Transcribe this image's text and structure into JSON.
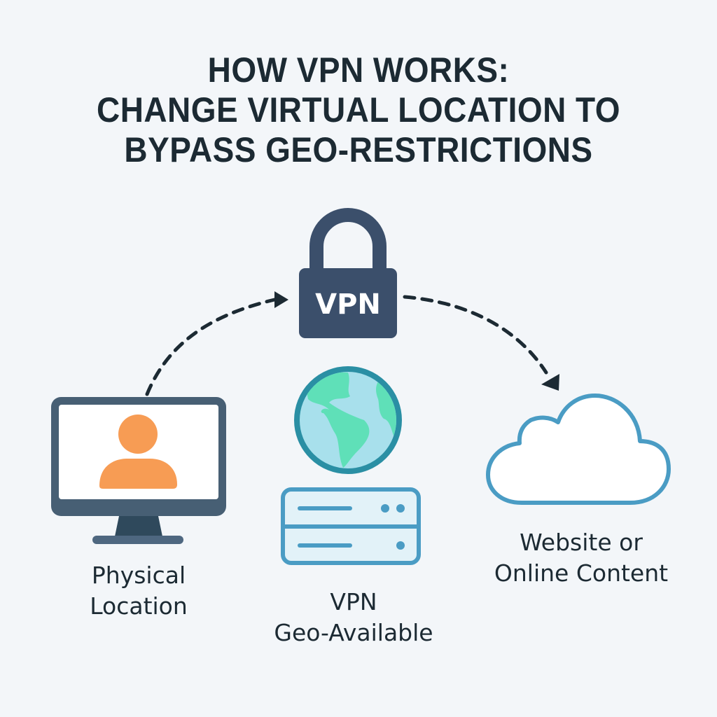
{
  "title": {
    "line1": "HOW VPN WORKS:",
    "line2": "CHANGE VIRTUAL LOCATION TO",
    "line3": "BYPASS GEO-RESTRICTIONS"
  },
  "lock": {
    "icon": "padlock-icon",
    "text": "VPN",
    "color": "#3b4f6b"
  },
  "nodes": [
    {
      "id": "physical",
      "icon": "computer-monitor-with-user-icon",
      "label_lines": [
        "Physical",
        "Location"
      ],
      "colors": {
        "monitor": "#475f74",
        "screen": "#ffffff",
        "user": "#f79c54"
      }
    },
    {
      "id": "vpn-server",
      "icon": "globe-and-server-icon",
      "label_lines": [
        "VPN",
        "Geo-Available"
      ],
      "colors": {
        "globe_ocean": "#a8e0ec",
        "globe_land": "#5fe0b8",
        "globe_ring": "#2a8fa4",
        "server_stroke": "#4a9cc4",
        "server_fill": "#e2f2f8"
      }
    },
    {
      "id": "website",
      "icon": "cloud-icon",
      "label_lines": [
        "Website or",
        "Online Content"
      ],
      "colors": {
        "stroke": "#4a9cc4",
        "fill": "#ffffff"
      }
    }
  ],
  "arrows": [
    {
      "from": "physical",
      "to": "vpn-lock",
      "style": "dashed"
    },
    {
      "from": "vpn-lock",
      "to": "website",
      "style": "dashed"
    }
  ],
  "colors": {
    "background": "#f3f6f9",
    "text": "#1c2a33",
    "arrow": "#1c2a33"
  }
}
